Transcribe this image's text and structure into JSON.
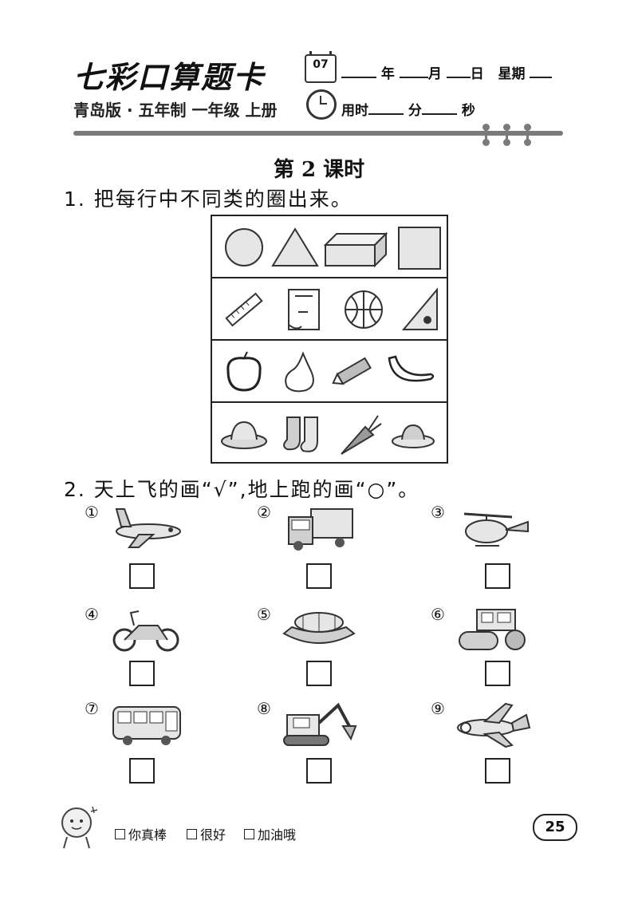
{
  "header": {
    "brand_title": "七彩口算题卡",
    "edition": "青岛版 · 五年制 一年级 上册",
    "calendar_number": "07",
    "date_fields": {
      "year": "年",
      "month": "月",
      "day": "日",
      "weekday": "星期"
    },
    "time_fields": {
      "prefix": "用时",
      "minutes": "分",
      "seconds": "秒"
    }
  },
  "lesson_title": "第 2 课时",
  "question1": {
    "prompt": "1. 把每行中不同类的圈出来。",
    "rows": [
      [
        "circle-icon",
        "triangle-icon",
        "cuboid-icon",
        "square-icon"
      ],
      [
        "ruler-icon",
        "book-icon",
        "ball-icon",
        "set-square-icon"
      ],
      [
        "apple-icon",
        "pear-icon",
        "pencil-icon",
        "banana-icon"
      ],
      [
        "hat-icon",
        "socks-icon",
        "carrot-icon",
        "cap-icon"
      ]
    ]
  },
  "question2": {
    "prompt": "2. 天上飞的画“√”,地上跑的画“○”。",
    "items": [
      {
        "num": "①",
        "icon": "airplane-icon"
      },
      {
        "num": "②",
        "icon": "truck-icon"
      },
      {
        "num": "③",
        "icon": "helicopter-icon"
      },
      {
        "num": "④",
        "icon": "motorcycle-icon"
      },
      {
        "num": "⑤",
        "icon": "boat-icon"
      },
      {
        "num": "⑥",
        "icon": "road-roller-icon"
      },
      {
        "num": "⑦",
        "icon": "bus-icon"
      },
      {
        "num": "⑧",
        "icon": "excavator-icon"
      },
      {
        "num": "⑨",
        "icon": "jet-plane-icon"
      }
    ]
  },
  "footer": {
    "ratings": [
      "你真棒",
      "很好",
      "加油哦"
    ],
    "page_number": "25"
  }
}
